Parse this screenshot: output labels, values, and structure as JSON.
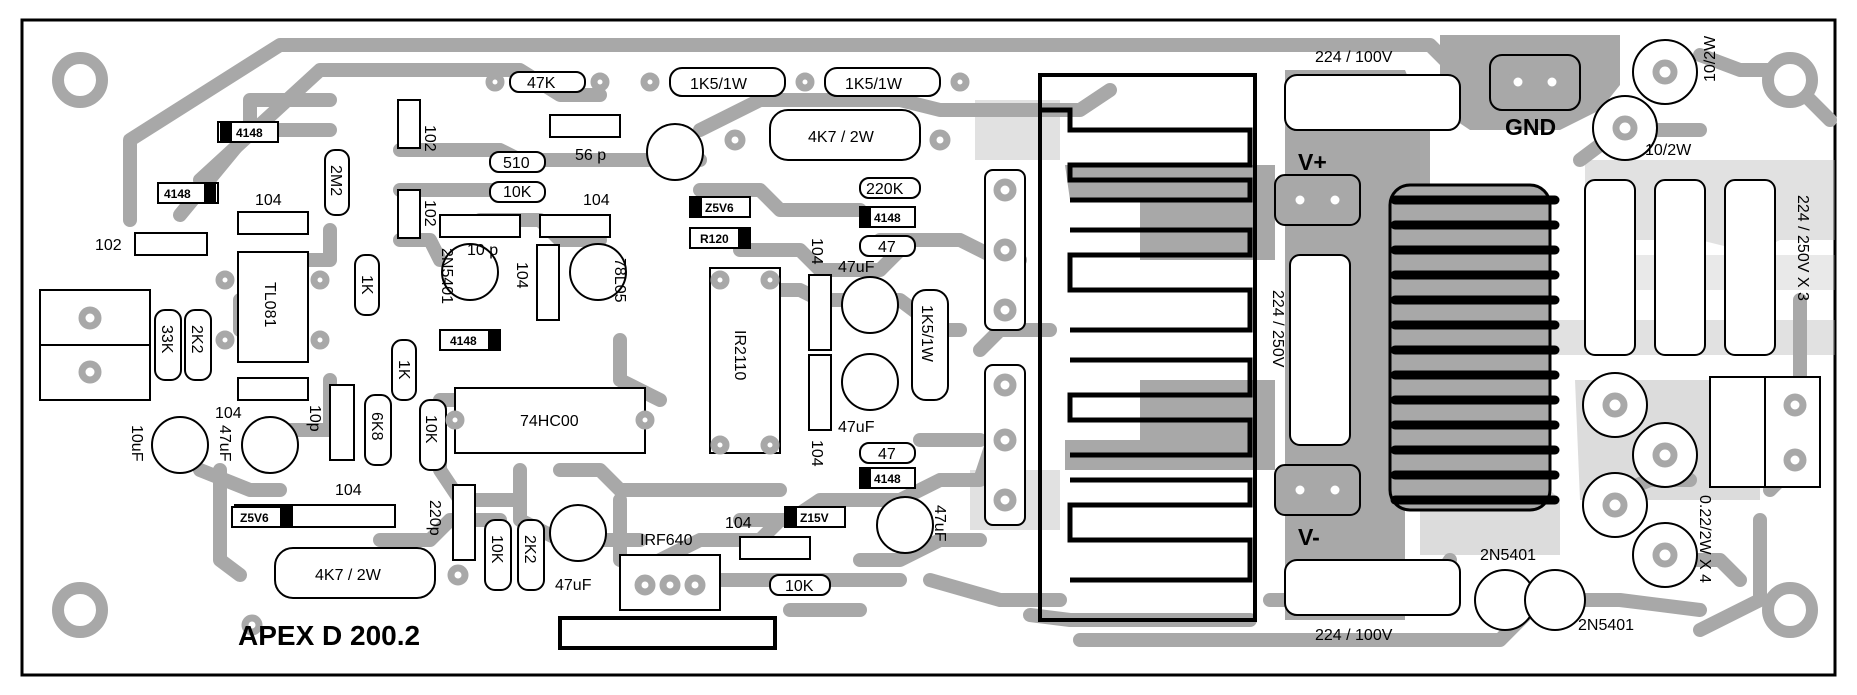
{
  "board": {
    "title": "APEX D 200.2",
    "colors": {
      "copper": "#a8a8a8",
      "silk": "#000000",
      "background": "#ffffff",
      "pad_hole": "#ffffff"
    }
  },
  "labels": {
    "r47k": "47K",
    "r1k5a": "1K5/1W",
    "r1k5b": "1K5/1W",
    "c224top": "224 / 100V",
    "gnd": "GND",
    "r10a": "10/2W",
    "r10b": "10/2W",
    "d4148a": "4148",
    "c102a": "102",
    "c56p": "56 p",
    "r4k7top": "4K7 / 2W",
    "r510": "510",
    "r2m2": "2M2",
    "c102b": "102",
    "r10ka": "10K",
    "c104a": "104",
    "d4148b": "4148",
    "r220k": "220K",
    "vplus": "V+",
    "z5v6a": "Z5V6",
    "d4148c": "4148",
    "c102c": "102",
    "c10pa": "10 p",
    "r47a": "47",
    "r120": "R120",
    "q2n5401a": "2N5401",
    "c104b": "104",
    "c104c": "104",
    "u7805": "78L05",
    "c47uf_a": "47uF",
    "u081": "TL081",
    "r1ka": "1K",
    "c224_250": "224 / 250V",
    "c224x3": "224 / 250V X 3",
    "r33k": "33K",
    "r2k2a": "2K2",
    "d4148d": "4148",
    "uir2110": "IR2110",
    "r1k5c": "1K5/1W",
    "r1kb": "1K",
    "c104d": "104",
    "c10pb": "10p",
    "r6k8": "6K8",
    "r10kb": "10K",
    "u74hc00": "74HC00",
    "c47uf_b": "47uF",
    "c104e": "104",
    "c10uf": "10uF",
    "c47uf_c": "47uF",
    "r47b": "47",
    "d4148e": "4148",
    "c104f": "104",
    "c220p": "220p",
    "r10kc": "10K",
    "r2k2b": "2K2",
    "c104g": "104",
    "z15v": "Z15V",
    "c47uf_d": "47uF",
    "vminus": "V-",
    "r022": "0.22/2W X 4",
    "z5v6b": "Z5V6",
    "irf640": "IRF640",
    "c47uf_e": "47uF",
    "r10kd": "10K",
    "r4k7bot": "4K7 / 2W",
    "q2n5401b": "2N5401",
    "q2n5401c": "2N5401",
    "c224bot": "224 / 100V"
  }
}
